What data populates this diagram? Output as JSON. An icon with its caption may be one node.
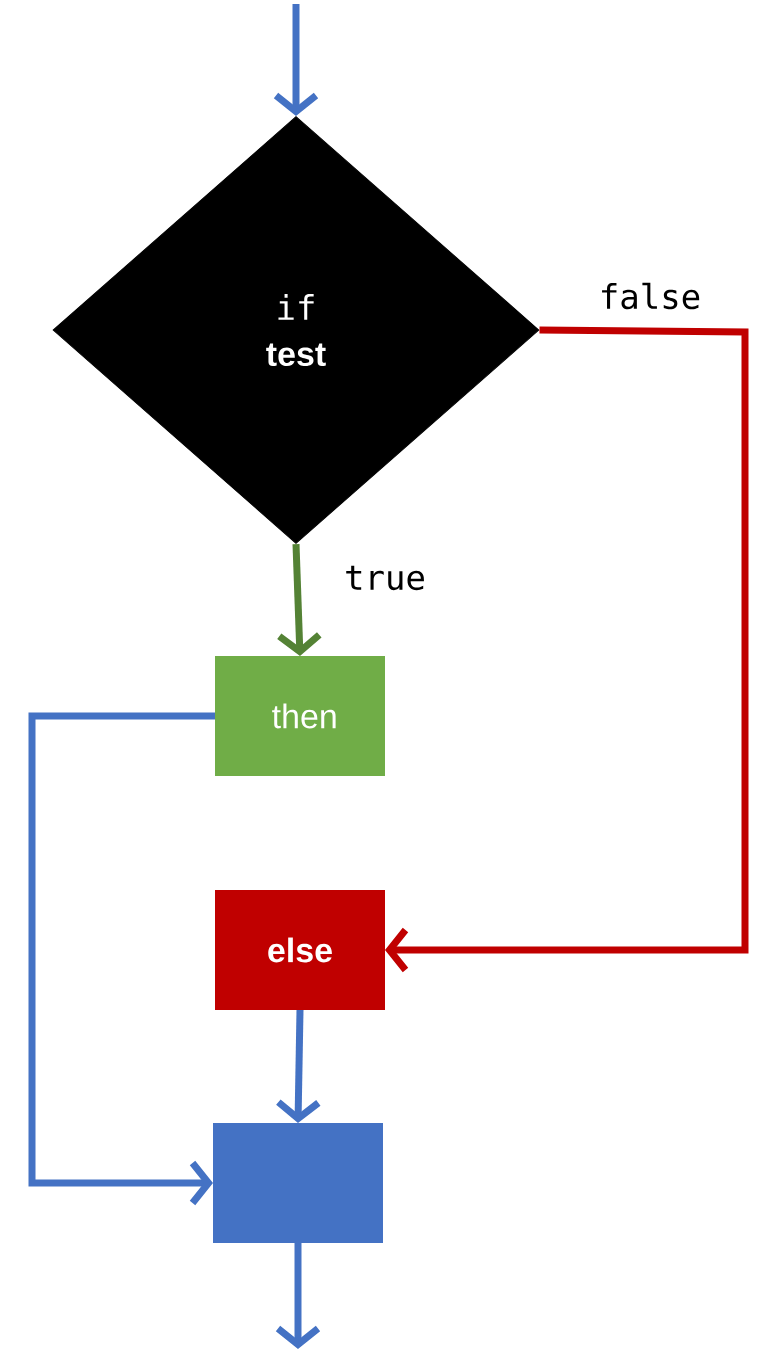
{
  "diagram": {
    "nodes": [
      {
        "text": [
          "if",
          "test"
        ]
      },
      {
        "text": [
          "then"
        ]
      },
      {
        "text": [
          "else"
        ]
      },
      {
        "text": [],
        "shape": "box"
      }
    ],
    "edges": [
      {
        "from": null,
        "to": 0,
        "arrow": "to"
      },
      {
        "from": 0,
        "to": 1,
        "arrow": "to",
        "label": "true",
        "color": "#548235"
      },
      {
        "from": 0,
        "to": 2,
        "arrow": "to",
        "label": "false",
        "color": "#c00000"
      },
      {
        "from": 1,
        "to": 3,
        "arrow": "to"
      },
      {
        "from": 2,
        "to": 3,
        "arrow": "to"
      },
      {
        "from": 3,
        "to": null,
        "arrow": "to"
      }
    ]
  }
}
